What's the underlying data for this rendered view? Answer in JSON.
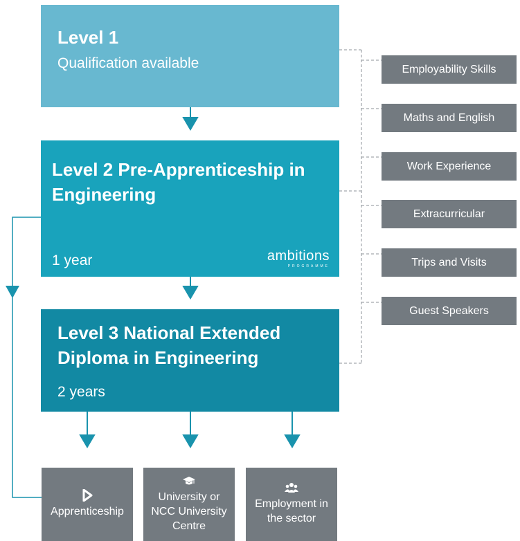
{
  "levels": {
    "level1": {
      "title": "Level 1",
      "subtitle": "Qualification available"
    },
    "level2": {
      "title": "Level 2 Pre-Apprenticeship in Engineering",
      "subtitle": "1 year"
    },
    "level3": {
      "title": "Level 3 National Extended Diploma in Engineering",
      "subtitle": "2 years"
    }
  },
  "brand": {
    "name": "ambitions",
    "tag": "PROGRAMME"
  },
  "enrichment": [
    "Employability Skills",
    "Maths and English",
    "Work Experience",
    "Extracurricular",
    "Trips and Visits",
    "Guest Speakers"
  ],
  "outcomes": [
    {
      "label": "Apprenticeship",
      "icon": "play-icon"
    },
    {
      "label": "University or NCC University Centre",
      "icon": "graduation-cap-icon"
    },
    {
      "label": "Employment in the sector",
      "icon": "people-icon"
    }
  ],
  "colors": {
    "level1": "#68b8d0",
    "level2": "#19a3bc",
    "level3": "#1289a3",
    "connector": "#1993ad",
    "side_box": "#737a80",
    "dashed_line": "#8c9399"
  }
}
